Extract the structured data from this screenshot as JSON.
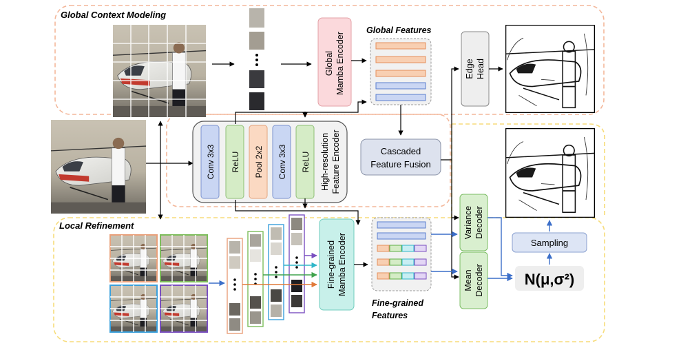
{
  "regions": {
    "global": "Global Context Modeling",
    "local": "Local Refinement"
  },
  "modules": {
    "global_encoder": [
      "Global",
      "Mamba Encoder"
    ],
    "fine_encoder": [
      "Fine-grained",
      "Mamba Encoder"
    ],
    "edge_head": [
      "Edge",
      "Head"
    ],
    "hr_encoder": [
      "High-resolution",
      "Feature Encoder"
    ],
    "cascaded_fusion": [
      "Cascaded",
      "Feature Fusion"
    ],
    "variance_decoder": [
      "Variance",
      "Decoder"
    ],
    "mean_decoder": [
      "Mean",
      "Decoder"
    ],
    "sampling": "Sampling",
    "distribution": "N(μ,σ²)"
  },
  "layers": [
    "Conv 3x3",
    "ReLU",
    "Pool 2x2",
    "Conv 3x3",
    "ReLU"
  ],
  "features": {
    "global": "Global Features",
    "fine": [
      "Fine-grained",
      "Features"
    ]
  },
  "colors": {
    "global_region": "#f3b79a",
    "local_region": "#f7dc7a",
    "global_encoder_fill": "#fbd9dc",
    "fine_encoder_fill": "#c8f0ea",
    "conv_fill": "#c9d6f3",
    "relu_fill": "#d5ecc6",
    "pool_fill": "#fbd9c2",
    "decoder_fill": "#d9efcf",
    "module_fill": "#dde2ee",
    "arrow_blue": "#3c6fc9",
    "grid_green": "#7cbd5a",
    "grid_blue": "#3aa0dc",
    "grid_purple": "#7a4fc0"
  }
}
